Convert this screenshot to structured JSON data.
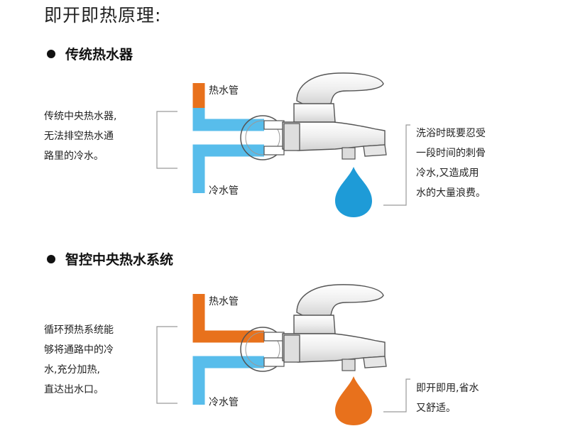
{
  "title": "即开即热原理:",
  "sections": [
    {
      "heading": "传统热水器",
      "hot_label": "热水管",
      "cold_label": "冷水管",
      "left_lines": [
        "传统中央热水器,",
        "无法排空热水通",
        "路里的冷水。"
      ],
      "right_lines": [
        "洗浴时既要忍受",
        "一段时间的刺骨",
        "冷水,又造成用",
        "水的大量浪费。"
      ],
      "drop_color": "#1E9BD7"
    },
    {
      "heading": "智控中央热水系统",
      "hot_label": "热水管",
      "cold_label": "冷水管",
      "left_lines": [
        "循环预热系统能",
        "够将通路中的冷",
        "水,充分加热,",
        "直达出水口。"
      ],
      "right_lines": [
        "即开即用,省水",
        "又舒适。"
      ],
      "drop_color": "#E8711C"
    }
  ],
  "colors": {
    "hot": "#E8711C",
    "cold": "#58BDEB",
    "bracket": "#9a9a9a"
  }
}
